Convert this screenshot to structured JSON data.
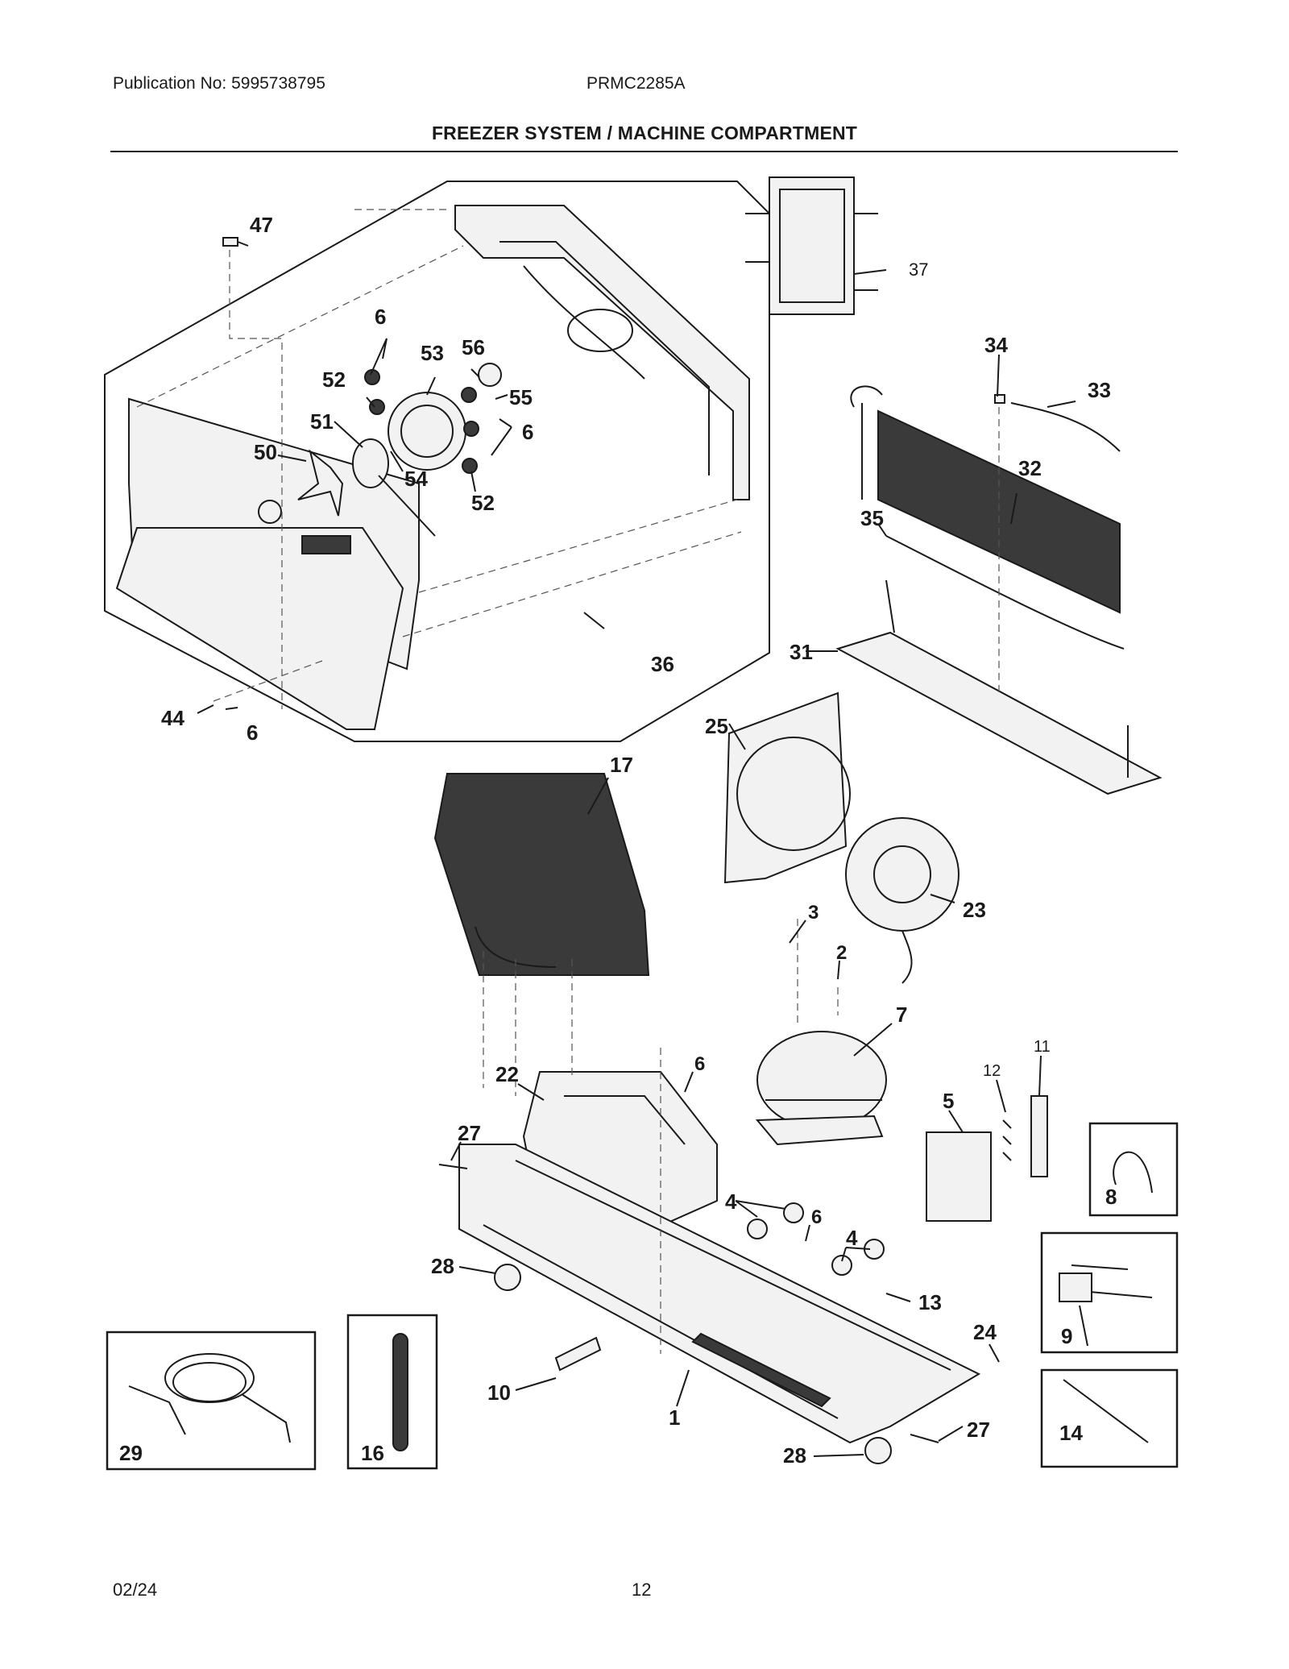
{
  "header": {
    "publication": "Publication No: 5995738795",
    "model": "PRMC2285A",
    "title": "FREEZER SYSTEM / MACHINE COMPARTMENT"
  },
  "footer": {
    "date": "02/24",
    "page_number": "12"
  },
  "callouts": {
    "c47": "47",
    "c6a": "6",
    "c53": "53",
    "c56": "56",
    "c52a": "52",
    "c55": "55",
    "c51": "51",
    "c6b": "6",
    "c50": "50",
    "c54": "54",
    "c52b": "52",
    "c36": "36",
    "c44": "44",
    "c6c": "6",
    "c37": "37",
    "c34": "34",
    "c33": "33",
    "c32": "32",
    "c35": "35",
    "c31": "31",
    "c25": "25",
    "c17": "17",
    "c23": "23",
    "c3": "3",
    "c2": "2",
    "c7": "7",
    "c11": "11",
    "c12": "12",
    "c5": "5",
    "c22": "22",
    "c6d": "6",
    "c27a": "27",
    "c8": "8",
    "c4a": "4",
    "c6e": "6",
    "c4b": "4",
    "c28a": "28",
    "c13": "13",
    "c9": "9",
    "c24": "24",
    "c10": "10",
    "c1": "1",
    "c27b": "27",
    "c14": "14",
    "c28b": "28",
    "c29": "29",
    "c16": "16"
  }
}
